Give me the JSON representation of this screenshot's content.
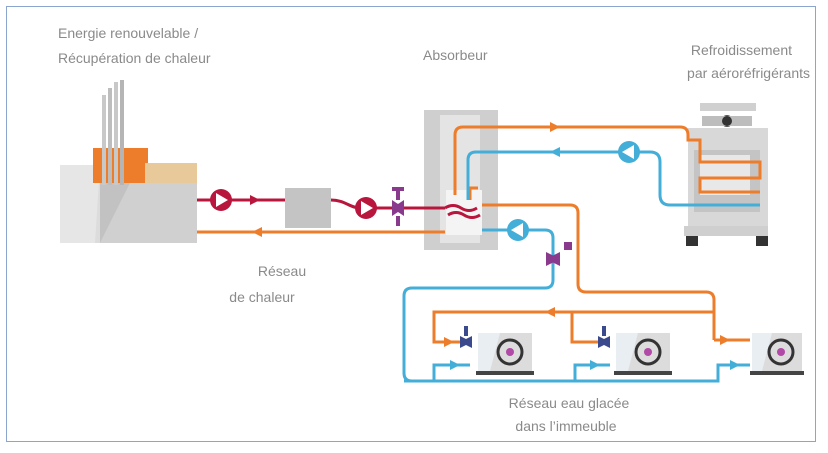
{
  "labels": {
    "energy_line1": "Energie renouvelable /",
    "energy_line2": "Récupération de chaleur",
    "absorber": "Absorbeur",
    "cooling_line1": "Refroidissement",
    "cooling_line2": "par aéroréfrigérants",
    "heat_network_line1": "Réseau",
    "heat_network_line2": "de chaleur",
    "chilled_line1": "Réseau eau glacée",
    "chilled_line2": "dans l’immeuble"
  },
  "colors": {
    "hot_supply": "#b8163c",
    "warm_loop": "#ee7d2b",
    "chilled_loop": "#43aed8",
    "valve": "#8a3a8c",
    "equipment_gray": "#c8c8c8",
    "frame": "#8aa6cc",
    "label_text": "#8a8a8a"
  },
  "icons": [
    "pump-icon",
    "valve-icon",
    "fan-coil-icon",
    "cooler-icon",
    "plant-icon",
    "absorber-icon"
  ]
}
